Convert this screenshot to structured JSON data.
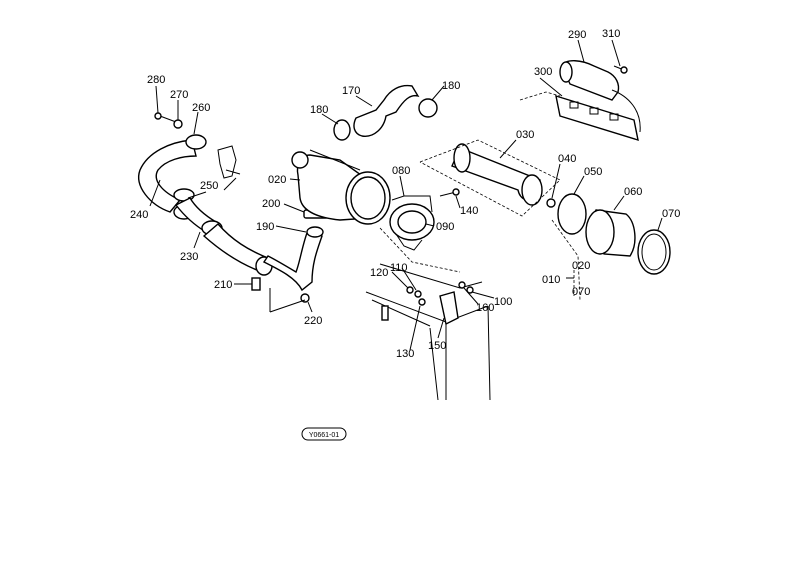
{
  "diagram": {
    "part_labels": [
      {
        "id": "280",
        "text": "280"
      },
      {
        "id": "270",
        "text": "270"
      },
      {
        "id": "260",
        "text": "260"
      },
      {
        "id": "240",
        "text": "240"
      },
      {
        "id": "250",
        "text": "250"
      },
      {
        "id": "230",
        "text": "230"
      },
      {
        "id": "210",
        "text": "210"
      },
      {
        "id": "220",
        "text": "220"
      },
      {
        "id": "190",
        "text": "190"
      },
      {
        "id": "200",
        "text": "200"
      },
      {
        "id": "020a",
        "text": "020"
      },
      {
        "id": "180a",
        "text": "180"
      },
      {
        "id": "170",
        "text": "170"
      },
      {
        "id": "180b",
        "text": "180"
      },
      {
        "id": "080",
        "text": "080"
      },
      {
        "id": "140",
        "text": "140"
      },
      {
        "id": "090",
        "text": "090"
      },
      {
        "id": "030",
        "text": "030"
      },
      {
        "id": "040",
        "text": "040"
      },
      {
        "id": "050",
        "text": "050"
      },
      {
        "id": "060",
        "text": "060"
      },
      {
        "id": "070a",
        "text": "070"
      },
      {
        "id": "290",
        "text": "290"
      },
      {
        "id": "310",
        "text": "310"
      },
      {
        "id": "300",
        "text": "300"
      },
      {
        "id": "020b",
        "text": "020"
      },
      {
        "id": "010",
        "text": "010"
      },
      {
        "id": "070b",
        "text": "070"
      },
      {
        "id": "110",
        "text": "110"
      },
      {
        "id": "120",
        "text": "120"
      },
      {
        "id": "160",
        "text": "160"
      },
      {
        "id": "100",
        "text": "100"
      },
      {
        "id": "130",
        "text": "130"
      },
      {
        "id": "150",
        "text": "150"
      }
    ],
    "drawing_code": "Y0661-01"
  }
}
